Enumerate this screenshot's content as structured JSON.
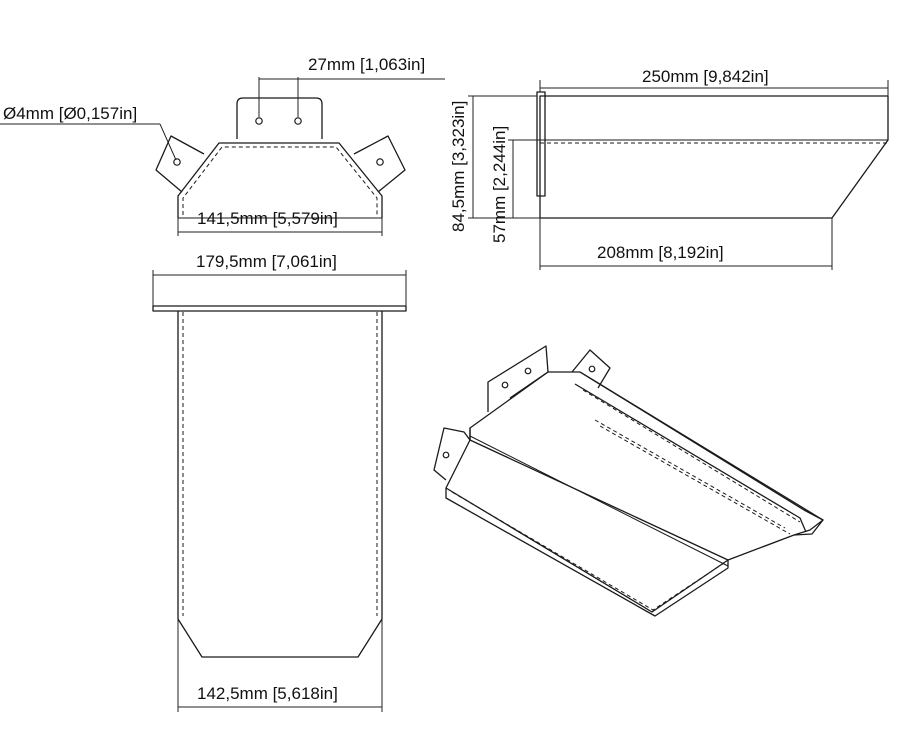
{
  "dimensions": {
    "hole_diameter": "Ø4mm [Ø0,157in]",
    "hole_spacing": "27mm [1,063in]",
    "front_width": "141,5mm [5,579in]",
    "top_length": "250mm [9,842in]",
    "bottom_length": "208mm [8,192in]",
    "total_height": "84,5mm [3,323in]",
    "inner_height": "57mm [2,244in]",
    "plan_width": "179,5mm [7,061in]",
    "plan_bottom_width": "142,5mm [5,618in]"
  }
}
